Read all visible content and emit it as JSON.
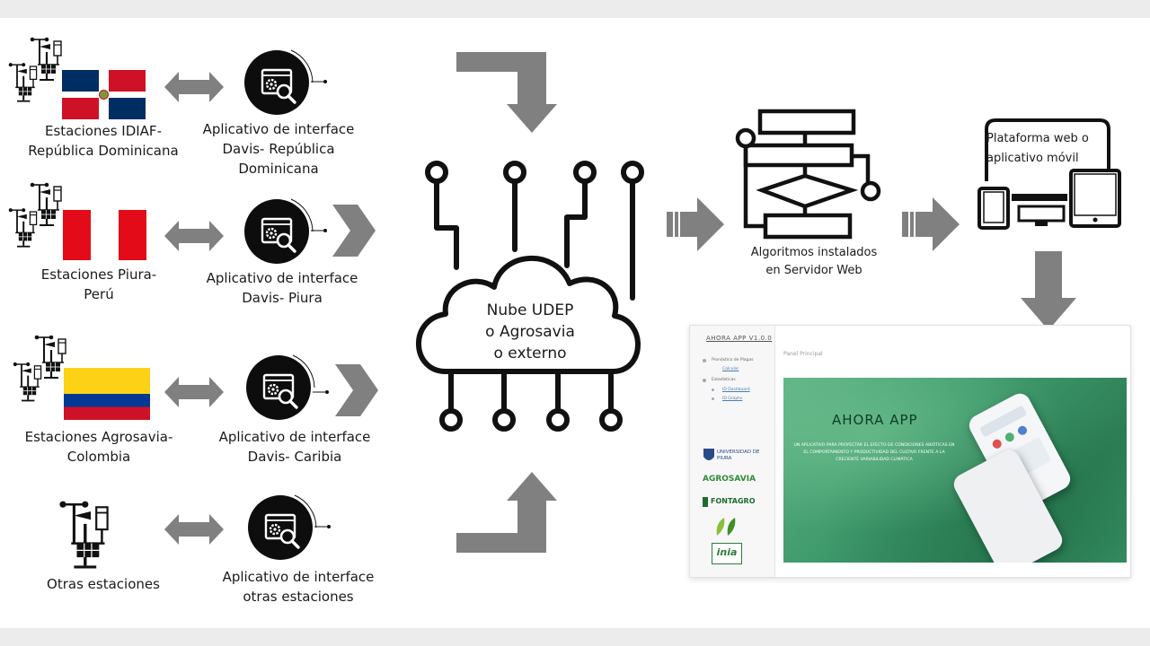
{
  "stations": [
    {
      "caption": "Estaciones IDIAF-\nRepública Dominicana",
      "app": "Aplicativo de interface\nDavis- República\nDominicana"
    },
    {
      "caption": "Estaciones Piura-\nPerú",
      "app": "Aplicativo de interface\nDavis- Piura"
    },
    {
      "caption": "Estaciones Agrosavia-\nColombia",
      "app": "Aplicativo de interface\nDavis- Caribia"
    },
    {
      "caption": "Otras estaciones",
      "app": "Aplicativo de interface\notras estaciones"
    }
  ],
  "cloud": {
    "label": "Nube UDEP\no Agrosavia\no externo"
  },
  "server": {
    "label": "Algoritmos instalados\nen Servidor Web"
  },
  "platform": {
    "label": "Plataforma web o\naplicativo móvil"
  },
  "app_mockup": {
    "title": "AHORA APP V1.0.0",
    "panel_label": "Panel Principal",
    "menu": [
      {
        "label": "Pronóstico de Plagas",
        "sub": [
          "Calcular"
        ]
      },
      {
        "label": "Estadísticas",
        "sub": [
          "ID Dashboard",
          "ID Graphs"
        ]
      }
    ],
    "hero_title": "AHORA APP",
    "hero_text": "Un aplicativo para proyectar el efecto de condiciones abióticas en el comportamiento y productividad del cultivo frente a la creciente variabilidad climática",
    "logos": [
      "UNIVERSIDAD DE PIURA",
      "AGROSAVIA",
      "FONTAGRO",
      "inia"
    ]
  },
  "colors": {
    "arrow": "#808080",
    "icon": "#111111",
    "flag_dr_blue": "#002d62",
    "flag_dr_red": "#ce1126",
    "flag_pe_red": "#e30b17",
    "flag_co_yellow": "#fcd116",
    "flag_co_blue": "#003893",
    "flag_co_red": "#ce1126",
    "hero_green": "#3f9a6c"
  }
}
